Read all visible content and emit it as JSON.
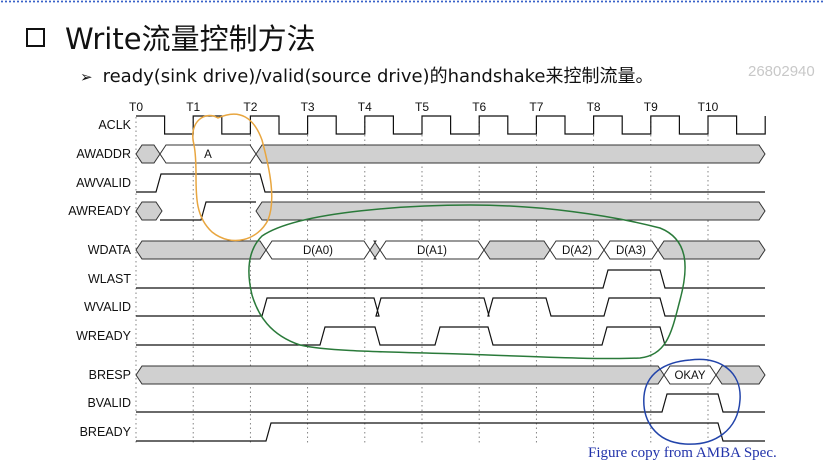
{
  "slide": {
    "title": "Write流量控制方法",
    "bullet": "ready(sink drive)/valid(source drive)的handshake来控制流量。",
    "watermark": "26802940",
    "caption": "Figure copy from AMBA Spec."
  },
  "timing": {
    "ticks": [
      "T0",
      "T1",
      "T2",
      "T3",
      "T4",
      "T5",
      "T6",
      "T7",
      "T8",
      "T9",
      "T10"
    ],
    "signals": [
      "ACLK",
      "AWADDR",
      "AWVALID",
      "AWREADY",
      "WDATA",
      "WLAST",
      "WVALID",
      "WREADY",
      "BRESP",
      "BVALID",
      "BREADY"
    ],
    "awaddr_value": "A",
    "wdata_values": [
      "D(A0)",
      "D(A1)",
      "D(A2)",
      "D(A3)"
    ],
    "bresp_value": "OKAY",
    "annotation_colors": {
      "address_phase": "#e8a640",
      "data_phase": "#2a7a3a",
      "response_phase": "#2244aa"
    }
  }
}
